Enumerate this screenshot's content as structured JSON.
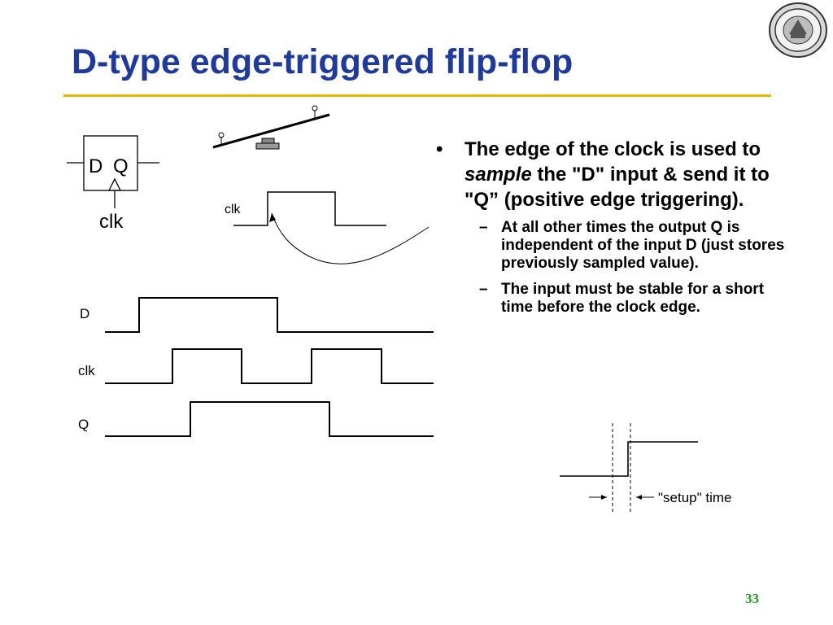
{
  "slide": {
    "title": "D-type edge-triggered flip-flop",
    "page_number": "33",
    "accent_color": "#e8b800",
    "title_color": "#1f3a9e"
  },
  "symbol": {
    "d_label": "D",
    "q_label": "Q",
    "clk_label": "clk"
  },
  "seesaw_figure": {
    "clk_label": "clk"
  },
  "timing_diagram": {
    "labels": {
      "d": "D",
      "clk": "clk",
      "q": "Q"
    }
  },
  "bullets": {
    "main_prefix": "The edge of the clock is used to ",
    "main_emphasis": "sample",
    "main_suffix": " the \"D\" input & send it to \"Q” (positive edge triggering).",
    "sub": [
      "At all other times the output Q is independent of the input D (just stores previously sampled value).",
      "The input must be stable for a short time before the clock edge."
    ]
  },
  "setup_figure": {
    "label": "\"setup\" time"
  },
  "icons": {
    "logo": "university-seal-icon"
  }
}
